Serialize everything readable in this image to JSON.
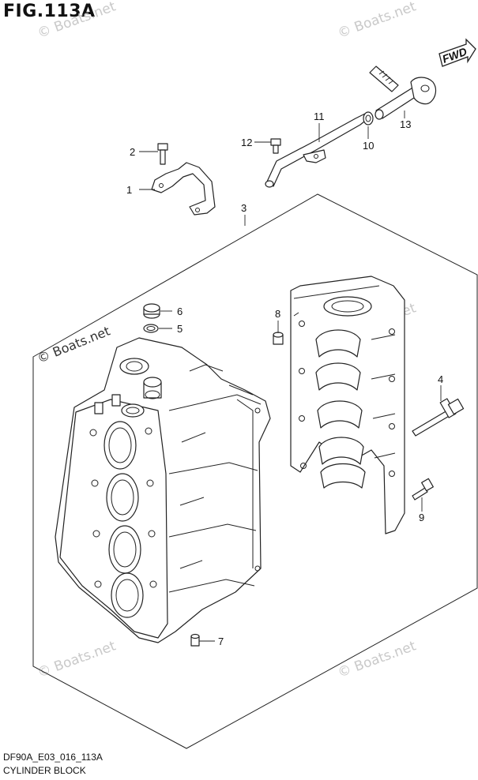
{
  "figure_title": "FIG.113A",
  "fwd_label": "FWD",
  "watermark": "© Boats.net",
  "callouts": {
    "p1": "1",
    "p2": "2",
    "p3": "3",
    "p4": "4",
    "p5": "5",
    "p6": "6",
    "p7": "7",
    "p8": "8",
    "p9": "9",
    "p10": "10",
    "p11": "11",
    "p12": "12",
    "p13": "13"
  },
  "footer": {
    "code": "DF90A_E03_016_113A",
    "name": "CYLINDER BLOCK"
  }
}
